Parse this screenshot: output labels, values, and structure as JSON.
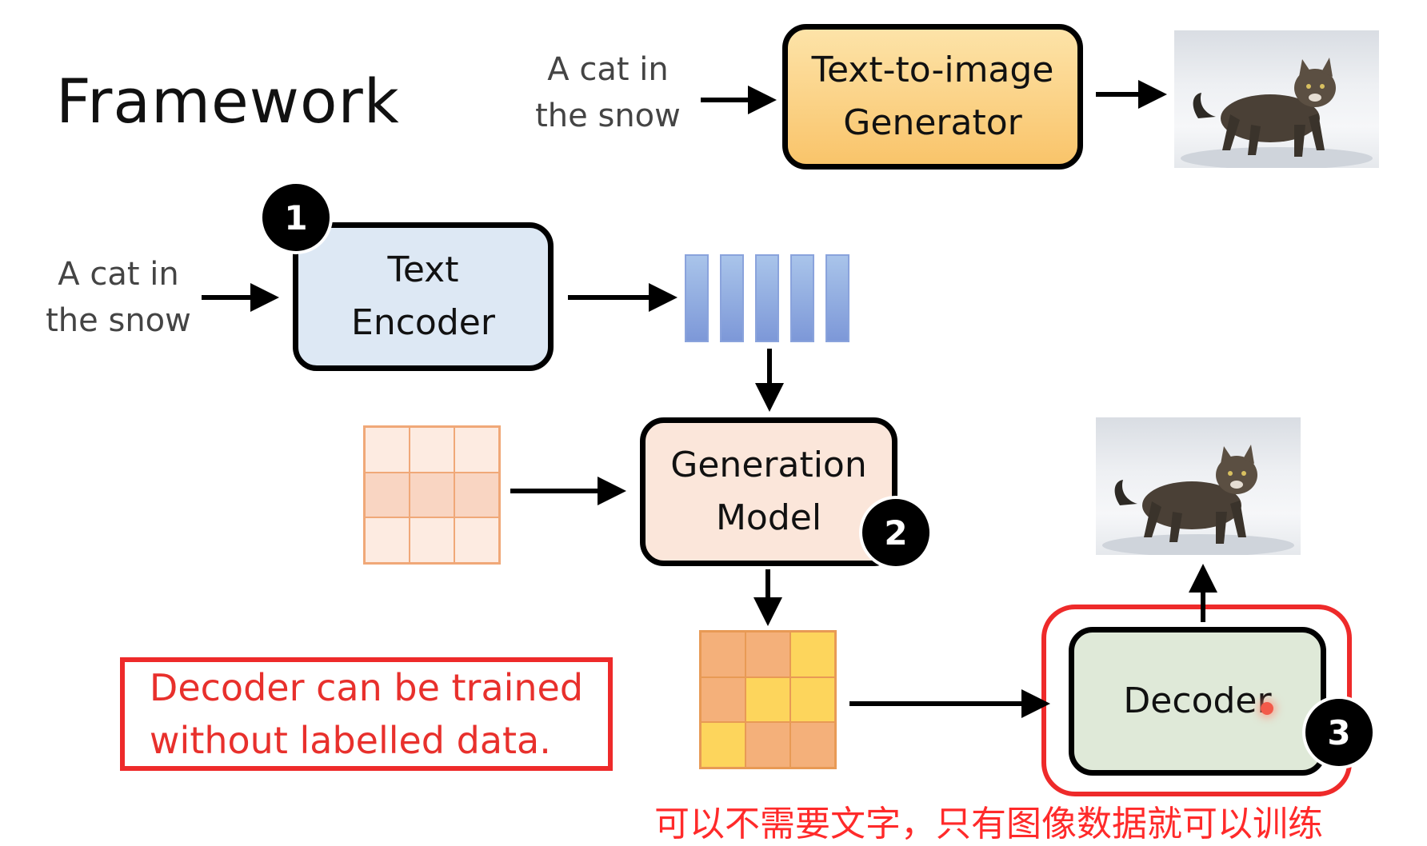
{
  "slide_title": "Framework",
  "top_pipeline": {
    "input_text": "A cat in\nthe snow",
    "generator_label": "Text-to-image\nGenerator"
  },
  "text_encoder": {
    "input_text": "A cat in\nthe snow",
    "label": "Text\nEncoder",
    "badge": "1"
  },
  "generation_model": {
    "label": "Generation\nModel",
    "badge": "2"
  },
  "decoder": {
    "label": "Decoder",
    "badge": "3"
  },
  "annotation": "Decoder can be trained\nwithout labelled data.",
  "chinese_note": "可以不需要文字，只有图像数据就可以训练",
  "colors": {
    "generator_fill": "#fbcf7a",
    "encoder_fill": "#dde8f4",
    "generation_fill": "#fbe6da",
    "decoder_fill": "#dfe9d8",
    "highlight_red": "#ee2a2a"
  },
  "icons": [
    "cat-photo",
    "arrow-right",
    "arrow-down",
    "arrow-up"
  ]
}
